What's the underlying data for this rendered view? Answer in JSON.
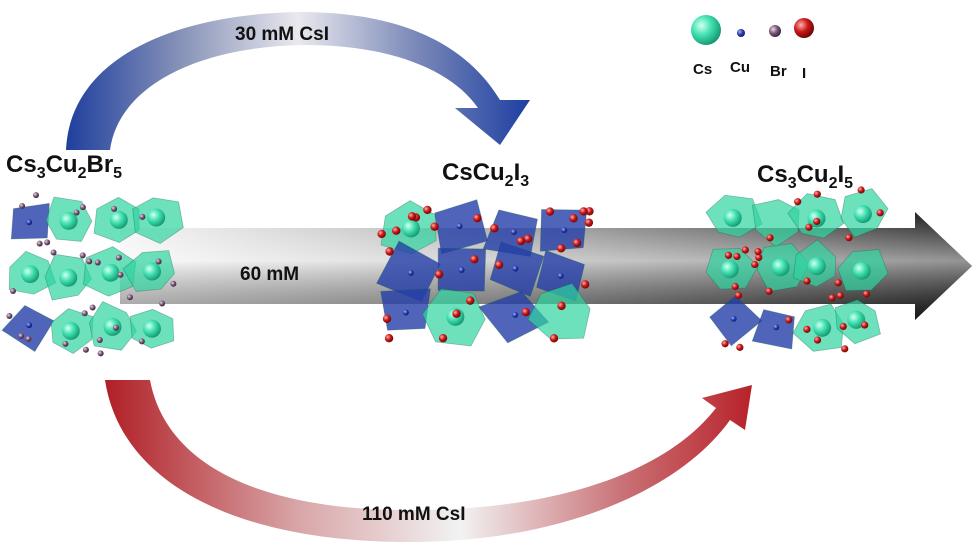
{
  "conditions": {
    "top": "30 mM CsI",
    "middle": "60 mM",
    "bottom": "110 mM CsI"
  },
  "compounds": [
    {
      "id": "start",
      "parts": [
        [
          "Cs",
          ""
        ],
        [
          "3",
          "sub"
        ],
        [
          "Cu",
          ""
        ],
        [
          "2",
          "sub"
        ],
        [
          "Br",
          ""
        ],
        [
          "5",
          "sub"
        ]
      ]
    },
    {
      "id": "mid",
      "parts": [
        [
          "CsCu",
          ""
        ],
        [
          "2",
          "sub"
        ],
        [
          "I",
          ""
        ],
        [
          "3",
          "sub"
        ]
      ]
    },
    {
      "id": "end",
      "parts": [
        [
          "Cs",
          ""
        ],
        [
          "3",
          "sub"
        ],
        [
          "Cu",
          ""
        ],
        [
          "2",
          "sub"
        ],
        [
          "I",
          ""
        ],
        [
          "5",
          "sub"
        ]
      ]
    }
  ],
  "legend": [
    {
      "label": "Cs",
      "color": "#3fe0b0"
    },
    {
      "label": "Cu",
      "color": "#2a3fb0"
    },
    {
      "label": "Br",
      "color": "#7a5a78"
    },
    {
      "label": "I",
      "color": "#c81818"
    }
  ],
  "colors": {
    "top_arrow": "#2347a6",
    "bottom_arrow": "#b8222a",
    "main_arrow": "#1a1a1a",
    "polyhedra_teal": "#2fd3a0",
    "polyhedra_blue": "#243fa8"
  }
}
